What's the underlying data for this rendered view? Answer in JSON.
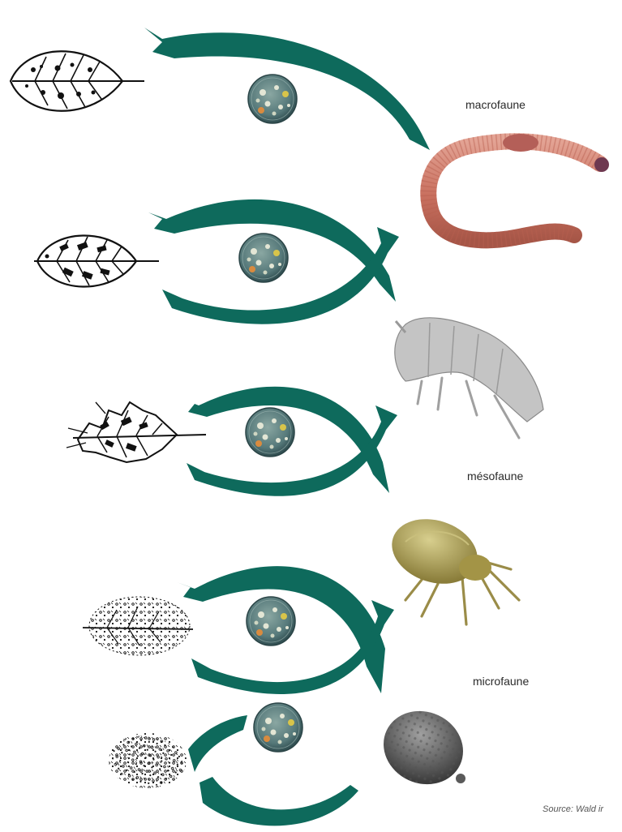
{
  "labels": {
    "macrofaune": "macrofaune",
    "mesofaune": "mésofaune",
    "microfaune": "microfaune"
  },
  "source": "Source: Wald ir",
  "colors": {
    "arrow": "#0e6a5c",
    "dish_outer": "#3f6466",
    "dish_inner": "#6d8f8c",
    "colony_light": "#e3e6d5",
    "colony_orange": "#d98b3f",
    "colony_yellow": "#d8c44a",
    "worm": "#cf7e6c",
    "worm_head": "#6e3850",
    "springtail": "#bdbdbd",
    "mite": "#a89a52",
    "protozoan": "#707070"
  },
  "icons": [
    "leaf-icon",
    "petri-dish-icon",
    "earthworm-icon",
    "springtail-icon",
    "mite-icon",
    "protozoan-icon"
  ]
}
